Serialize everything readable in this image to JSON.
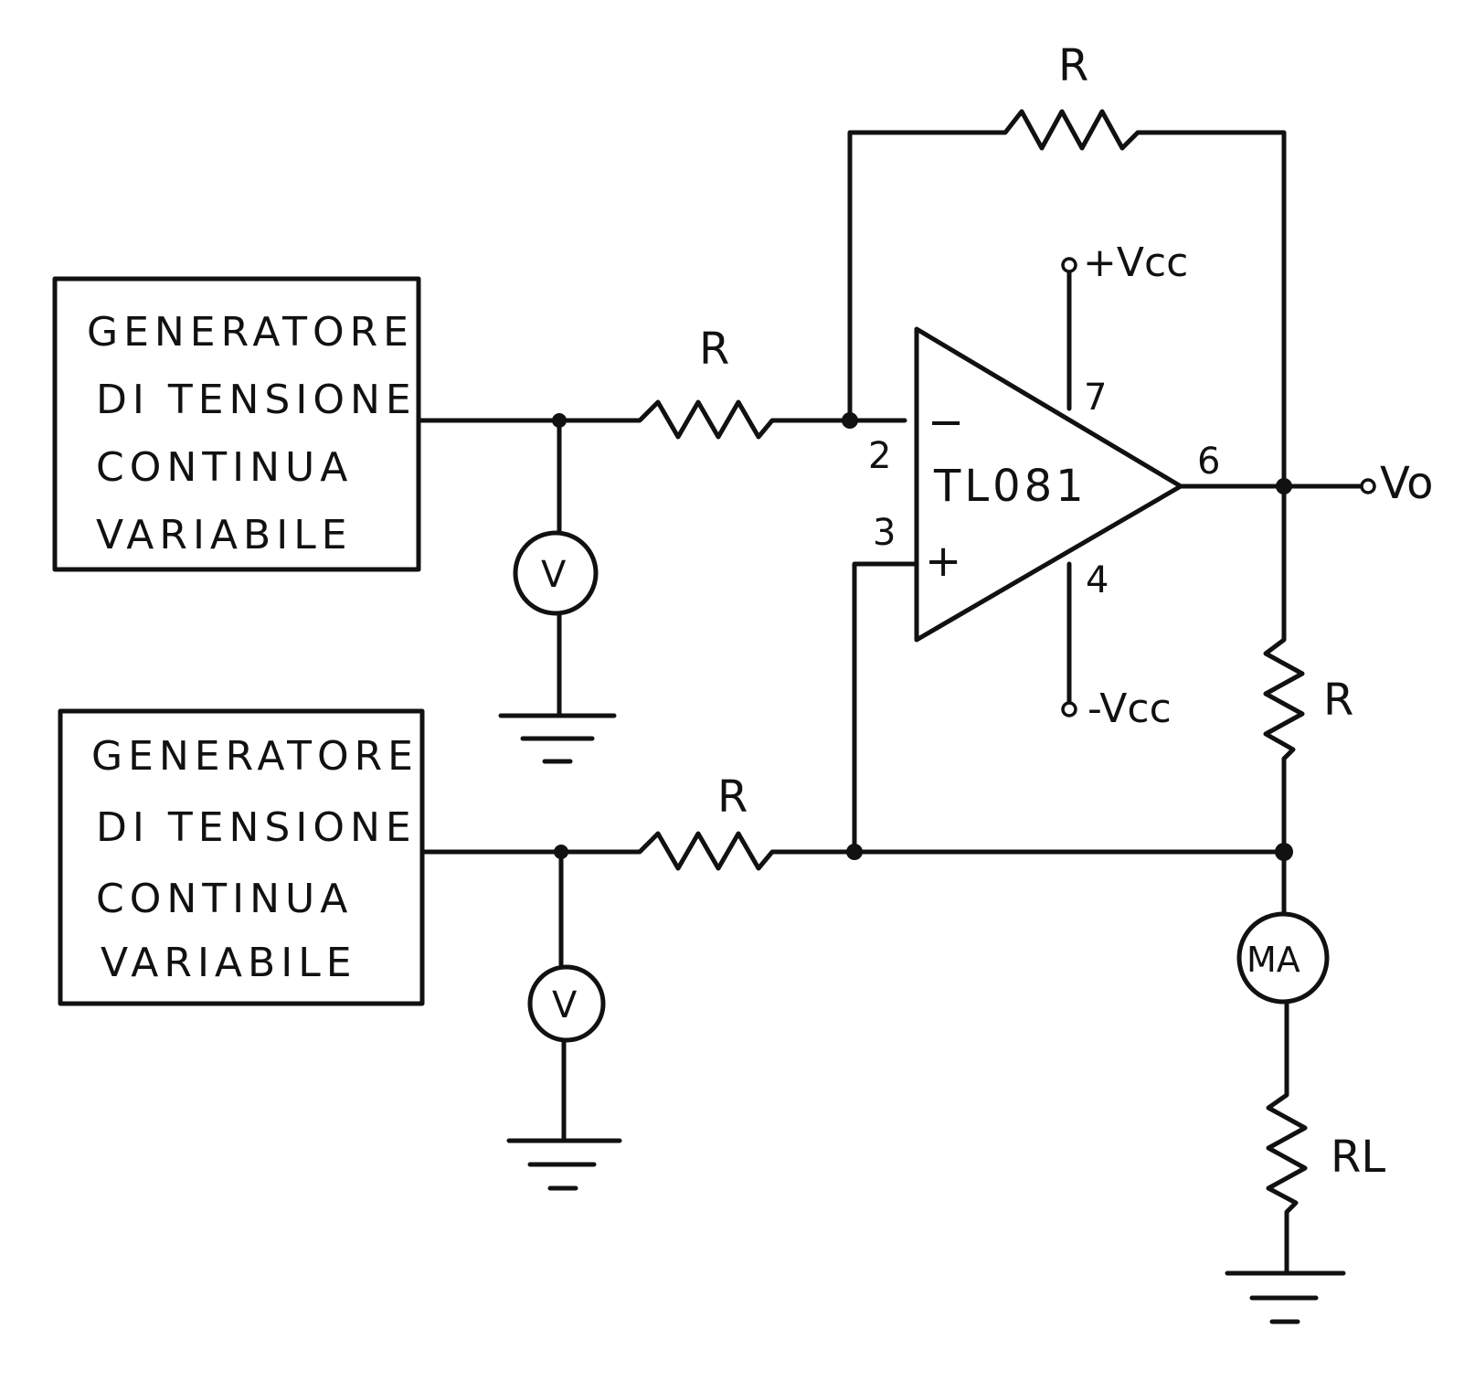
{
  "generator_top": {
    "lines": [
      "GENERATORE",
      "DI TENSIONE",
      "CONTINUA",
      "VARIABILE"
    ]
  },
  "generator_bottom": {
    "lines": [
      "GENERATORE",
      "DI TENSIONE",
      "CONTINUA",
      "VARIABILE"
    ]
  },
  "resistor_input_top": "R",
  "resistor_input_bottom": "R",
  "resistor_feedback": "R",
  "resistor_output": "R",
  "resistor_load": "RL",
  "opamp": {
    "part": "TL081",
    "minus": "−",
    "plus": "+",
    "pin_minus": "2",
    "pin_plus": "3",
    "pin_vplus": "7",
    "pin_vminus": "4",
    "pin_out": "6"
  },
  "supply_positive": "+Vcc",
  "supply_negative": "-Vcc",
  "output_label": "Vo",
  "voltmeter_label": "V",
  "milliammeter_label": "MA"
}
